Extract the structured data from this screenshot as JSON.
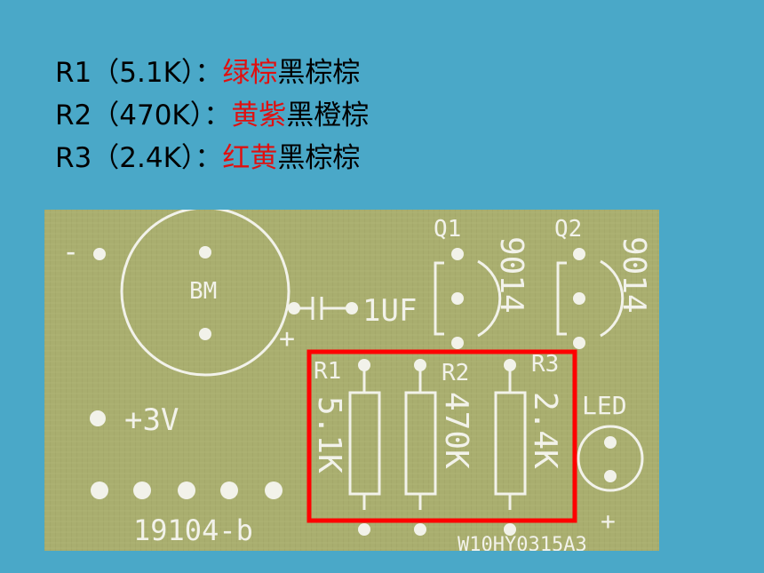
{
  "legend": {
    "rows": [
      {
        "label": "R1（5.1K）：",
        "red": "绿棕",
        "black": "黑棕棕"
      },
      {
        "label": "R2（470K）：",
        "red": "黄紫",
        "black": "黑橙棕"
      },
      {
        "label": "R3（2.4K）：",
        "red": "红黄",
        "black": "黑棕棕"
      }
    ]
  },
  "pcb": {
    "minus": "-",
    "plus_bm": "+",
    "bm": "BM",
    "cap": "1UF",
    "q1": "Q1",
    "q2": "Q2",
    "q1_part": "9014",
    "q2_part": "9014",
    "r1": "R1",
    "r2": "R2",
    "r3": "R3",
    "r1_val": "5.1K",
    "r2_val": "470K",
    "r3_val": "2.4K",
    "led": "LED",
    "led_plus": "+",
    "power": "+3V",
    "board_id": "19104-b",
    "board_code": "W10HY0315A3"
  },
  "colors": {
    "background": "#4aa8c8",
    "highlight": "#ff0000",
    "board": "#a9ae6f",
    "silkscreen": "#f2f2ea"
  }
}
